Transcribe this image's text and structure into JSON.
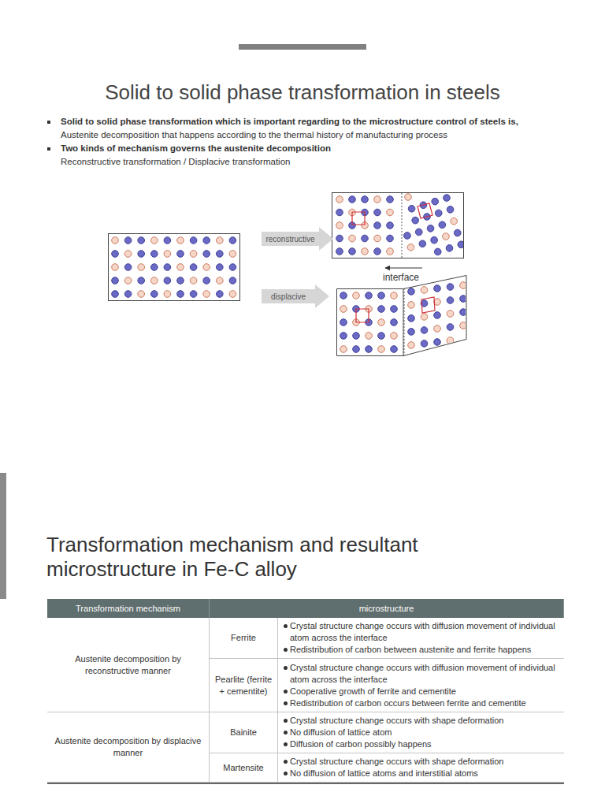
{
  "diagram": {
    "title": "Solid to solid phase transformation in steels",
    "nodes": [
      {
        "text": [
          "reconstructive"
        ]
      },
      {
        "text": [
          "displacive"
        ]
      }
    ],
    "labels": [
      "Solid to solid phase transformation which is important regarding to the microstructure control of steels is,",
      "Austenite decomposition that happens according to the thermal history of manufacturing process",
      "Two kinds of mechanism governs the austenite decomposition",
      "Reconstructive transformation / Displacive transformation",
      "interface",
      "Transformation mechanism and resultant microstructure in Fe-C alloy",
      "Transformation mechanism",
      "microstructure",
      "Austenite decomposition by reconstructive manner",
      "Ferrite",
      "Crystal structure change occurs with diffusion movement of individual atom across the interface",
      "Redistribution of carbon between austenite and ferrite happens",
      "Pearlite (ferrite + cementite)",
      "Crystal structure change occurs with diffusion movement of individual atom across the interface",
      "Cooperative growth of ferrite and cementite",
      "Redistribution of carbon occurs between ferrite and cementite",
      "Austenite decomposition by displacive manner",
      "Bainite",
      "Crystal structure change occurs with shape deformation",
      "No diffusion of lattice atom",
      "Diffusion of carbon possibly happens",
      "Martensite",
      "Crystal structure change occurs with shape deformation",
      "No diffusion of lattice atoms and interstitial atoms"
    ]
  }
}
